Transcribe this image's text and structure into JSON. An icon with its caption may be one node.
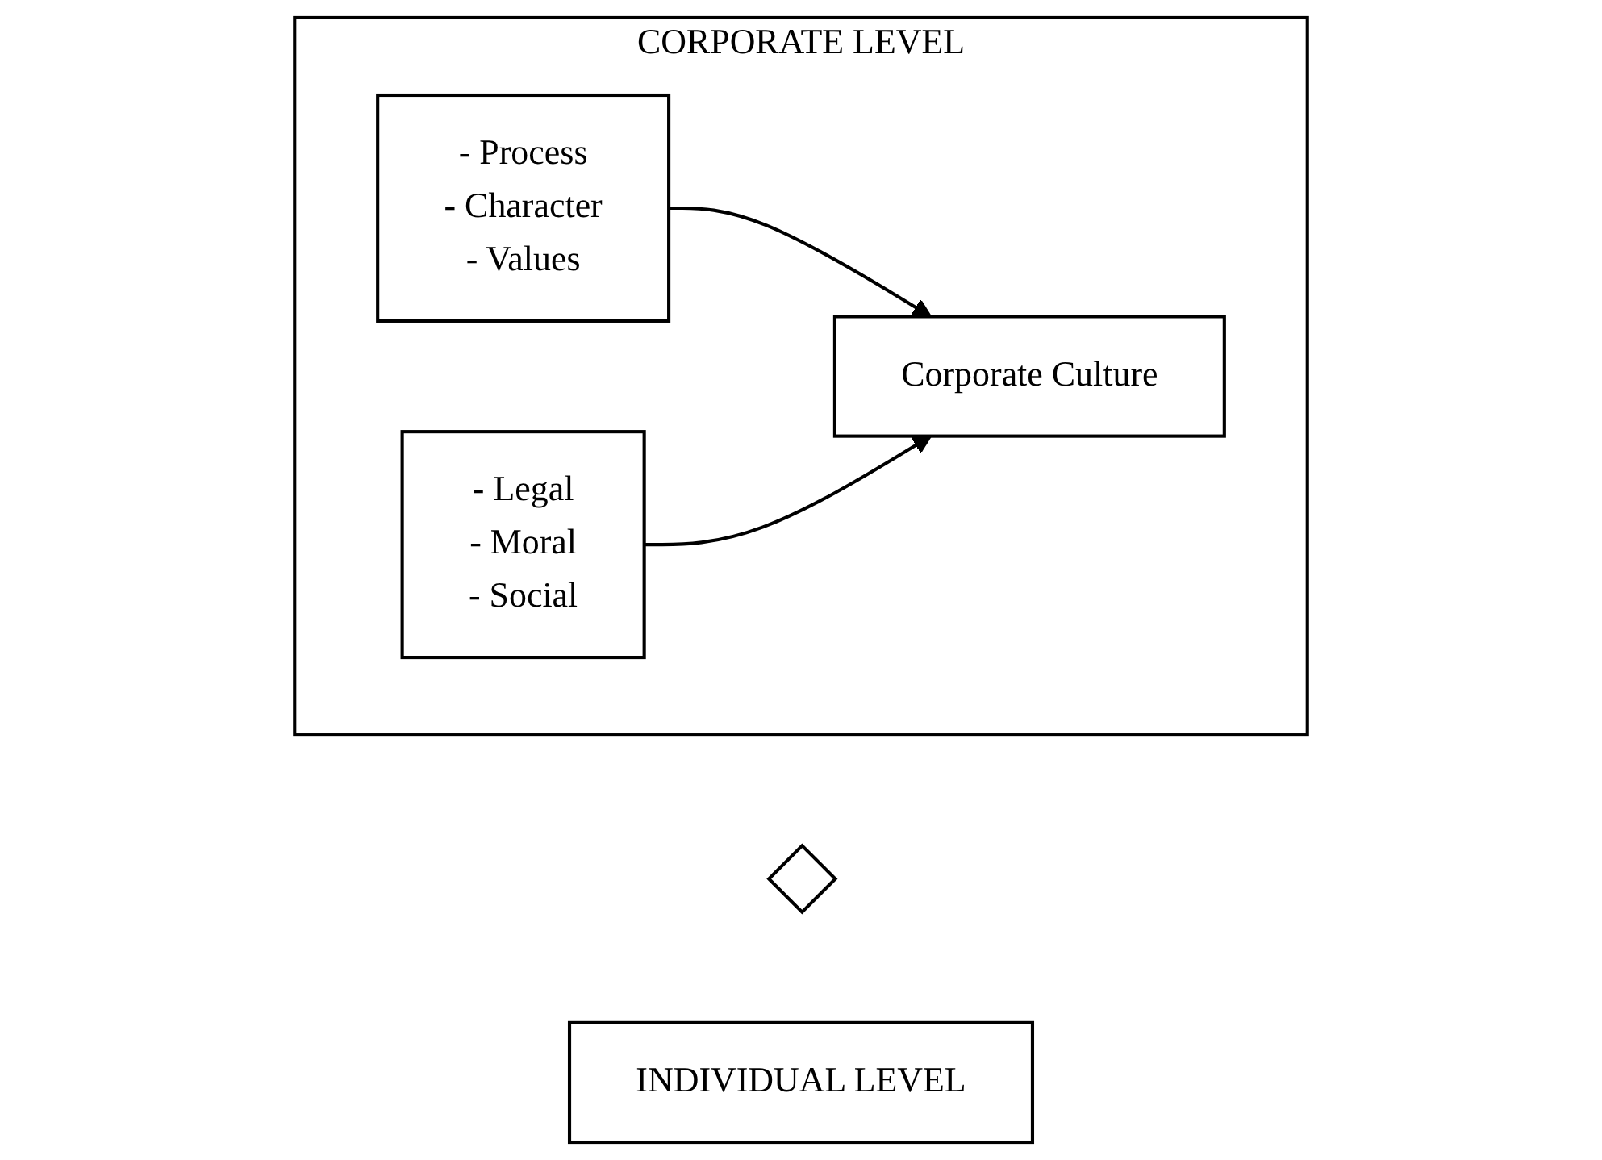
{
  "diagram": {
    "nodes": [
      {
        "text": [
          "CORPORATE LEVEL"
        ]
      },
      {
        "text": [
          "- Process",
          "- Character",
          "- Values"
        ],
        "in": 0
      },
      {
        "text": [
          "Corporate Culture"
        ],
        "in": 0
      },
      {
        "text": [
          "- Legal",
          "- Moral",
          "- Social"
        ],
        "in": 0
      },
      {
        "text": [],
        "shape": "diamond"
      },
      {
        "text": [
          "INDIVIDUAL LEVEL"
        ]
      }
    ],
    "edges": [
      {
        "from": 1,
        "to": 2,
        "arrow": "to"
      },
      {
        "from": 3,
        "to": 2,
        "arrow": "to"
      }
    ]
  }
}
